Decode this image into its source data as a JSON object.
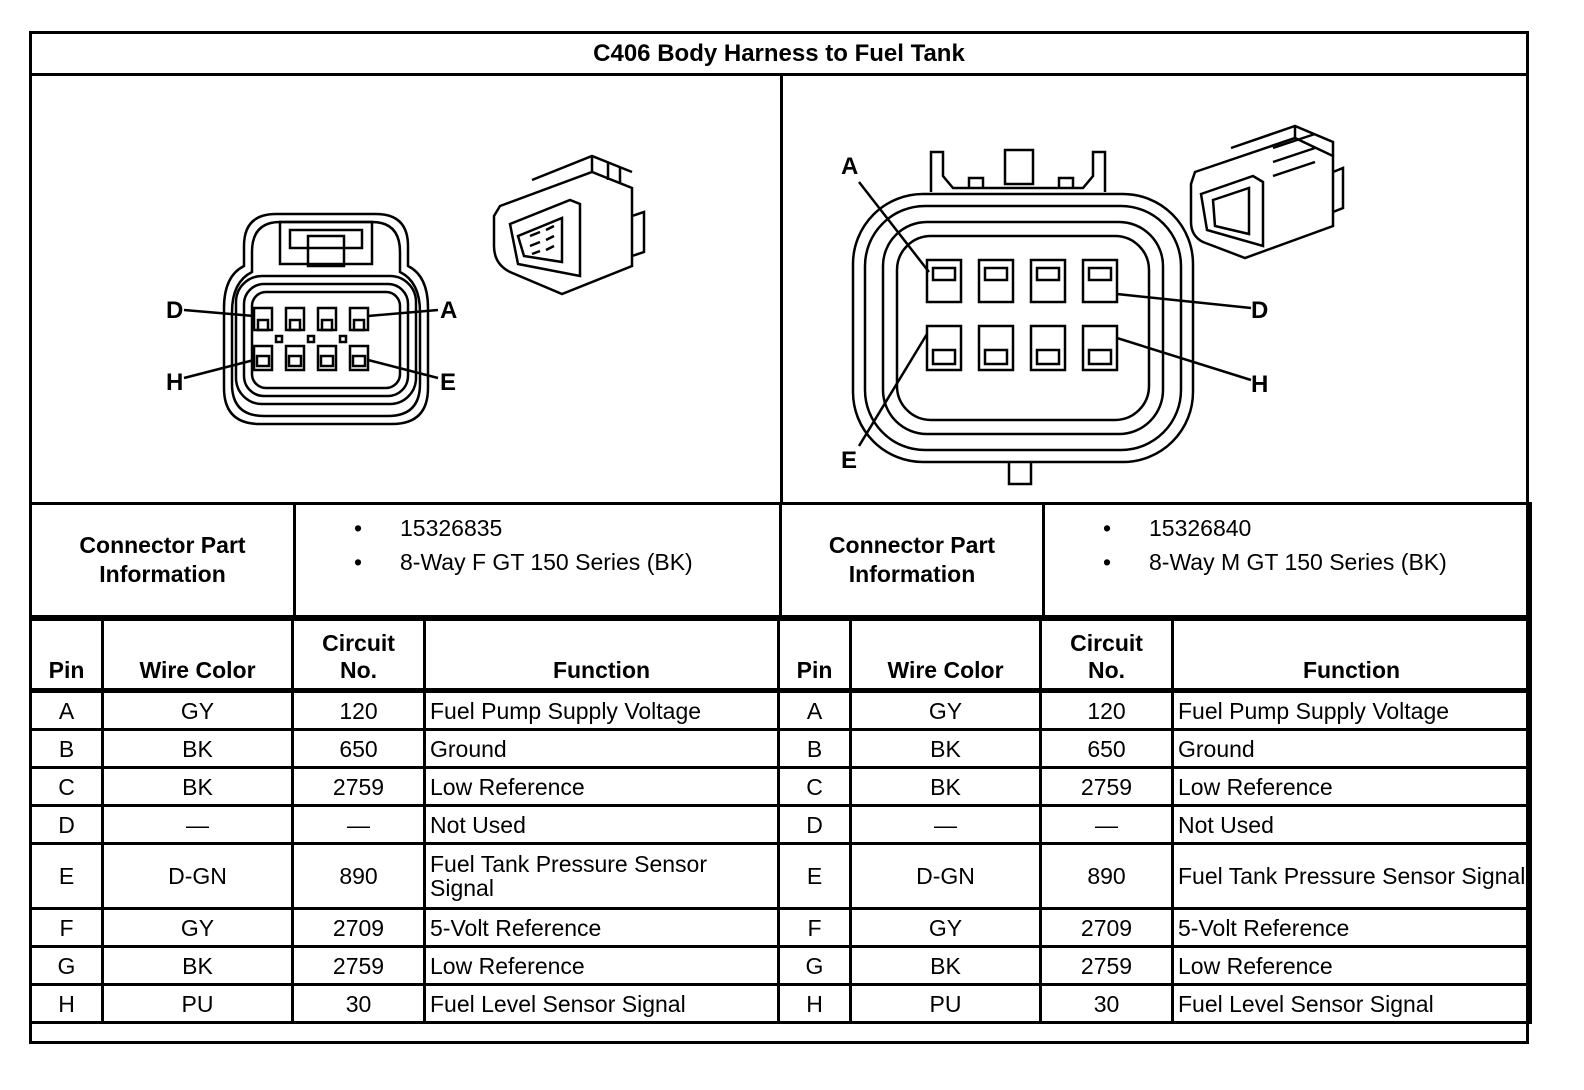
{
  "title": "C406 Body Harness to Fuel Tank",
  "diagram": {
    "left": {
      "pin_labels": {
        "top_left": "D",
        "top_right": "A",
        "bottom_left": "H",
        "bottom_right": "E"
      }
    },
    "right": {
      "pin_labels": {
        "top_left": "A",
        "top_right": "D",
        "bottom_left": "E",
        "bottom_right": "H"
      }
    }
  },
  "connectors": [
    {
      "info_label_line1": "Connector Part",
      "info_label_line2": "Information",
      "part_info": [
        "15326835",
        "8-Way F GT 150 Series (BK)"
      ]
    },
    {
      "info_label_line1": "Connector Part",
      "info_label_line2": "Information",
      "part_info": [
        "15326840",
        "8-Way M GT 150 Series (BK)"
      ]
    }
  ],
  "columns": {
    "pin": "Pin",
    "wire_color": "Wire Color",
    "circuit_line1": "Circuit",
    "circuit_line2": "No.",
    "function": "Function"
  },
  "pins": [
    {
      "pin": "A",
      "wire": "GY",
      "circuit": "120",
      "function": "Fuel Pump Supply Voltage"
    },
    {
      "pin": "B",
      "wire": "BK",
      "circuit": "650",
      "function": "Ground"
    },
    {
      "pin": "C",
      "wire": "BK",
      "circuit": "2759",
      "function": "Low Reference"
    },
    {
      "pin": "D",
      "wire": "—",
      "circuit": "—",
      "function": "Not Used"
    },
    {
      "pin": "E",
      "wire": "D-GN",
      "circuit": "890",
      "function": "Fuel Tank Pressure Sensor Signal"
    },
    {
      "pin": "F",
      "wire": "GY",
      "circuit": "2709",
      "function": "5-Volt Reference"
    },
    {
      "pin": "G",
      "wire": "BK",
      "circuit": "2759",
      "function": "Low Reference"
    },
    {
      "pin": "H",
      "wire": "PU",
      "circuit": "30",
      "function": "Fuel Level Sensor Signal"
    }
  ]
}
